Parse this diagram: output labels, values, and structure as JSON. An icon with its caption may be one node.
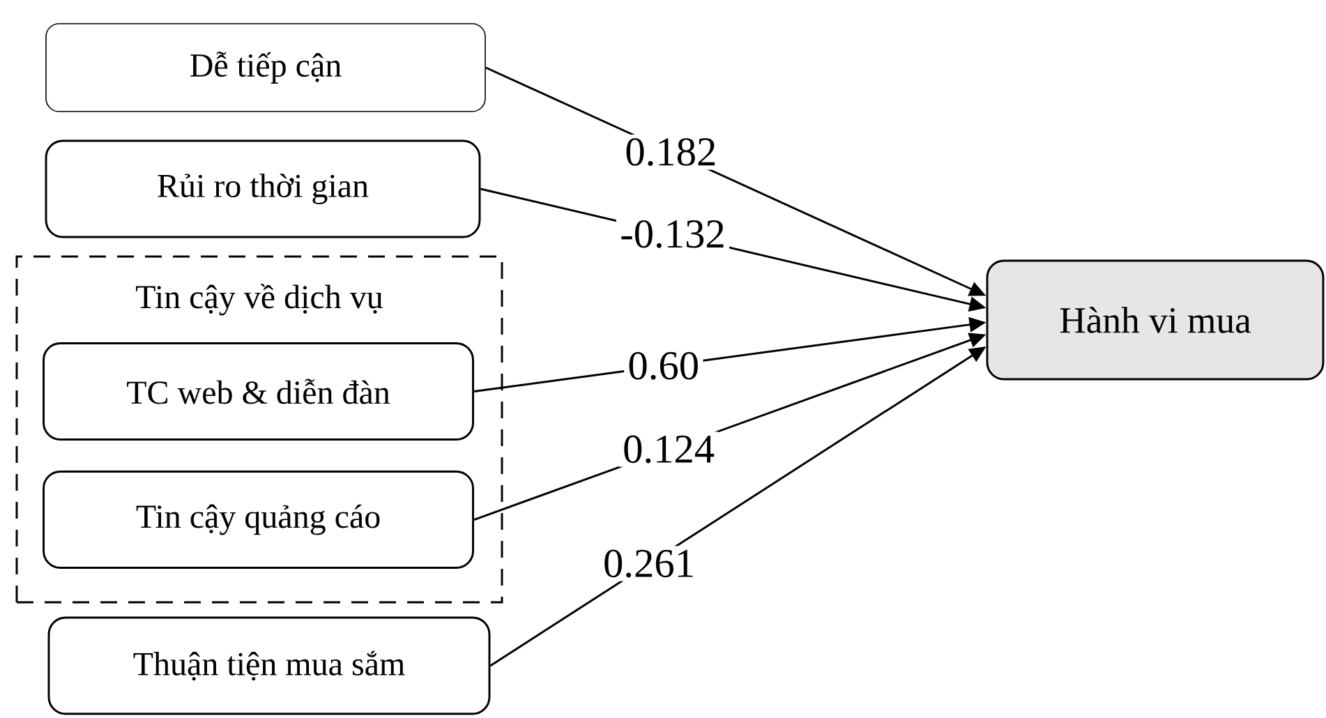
{
  "diagram": {
    "nodes": [
      {
        "text": [
          "Dễ tiếp cận"
        ]
      },
      {
        "text": [
          "Rủi ro thời gian"
        ]
      },
      {
        "text": [
          "Tin cậy về dịch vụ"
        ]
      },
      {
        "text": [
          "TC web & diễn đàn"
        ],
        "in": 2
      },
      {
        "text": [
          "Tin cậy quảng cáo"
        ],
        "in": 2
      },
      {
        "text": [
          "Thuận tiện mua sắm"
        ]
      },
      {
        "text": [
          "Hành vi mua"
        ]
      }
    ],
    "edges": [
      {
        "from": 0,
        "to": 6,
        "arrow": "to",
        "label": "0.182"
      },
      {
        "from": 1,
        "to": 6,
        "arrow": "to",
        "label": "-0.132"
      },
      {
        "from": 3,
        "to": 6,
        "arrow": "to",
        "label": "0.60"
      },
      {
        "from": 4,
        "to": 6,
        "arrow": "to",
        "label": "0.124"
      },
      {
        "from": 5,
        "to": 6,
        "arrow": "to",
        "label": "0.261"
      }
    ]
  }
}
